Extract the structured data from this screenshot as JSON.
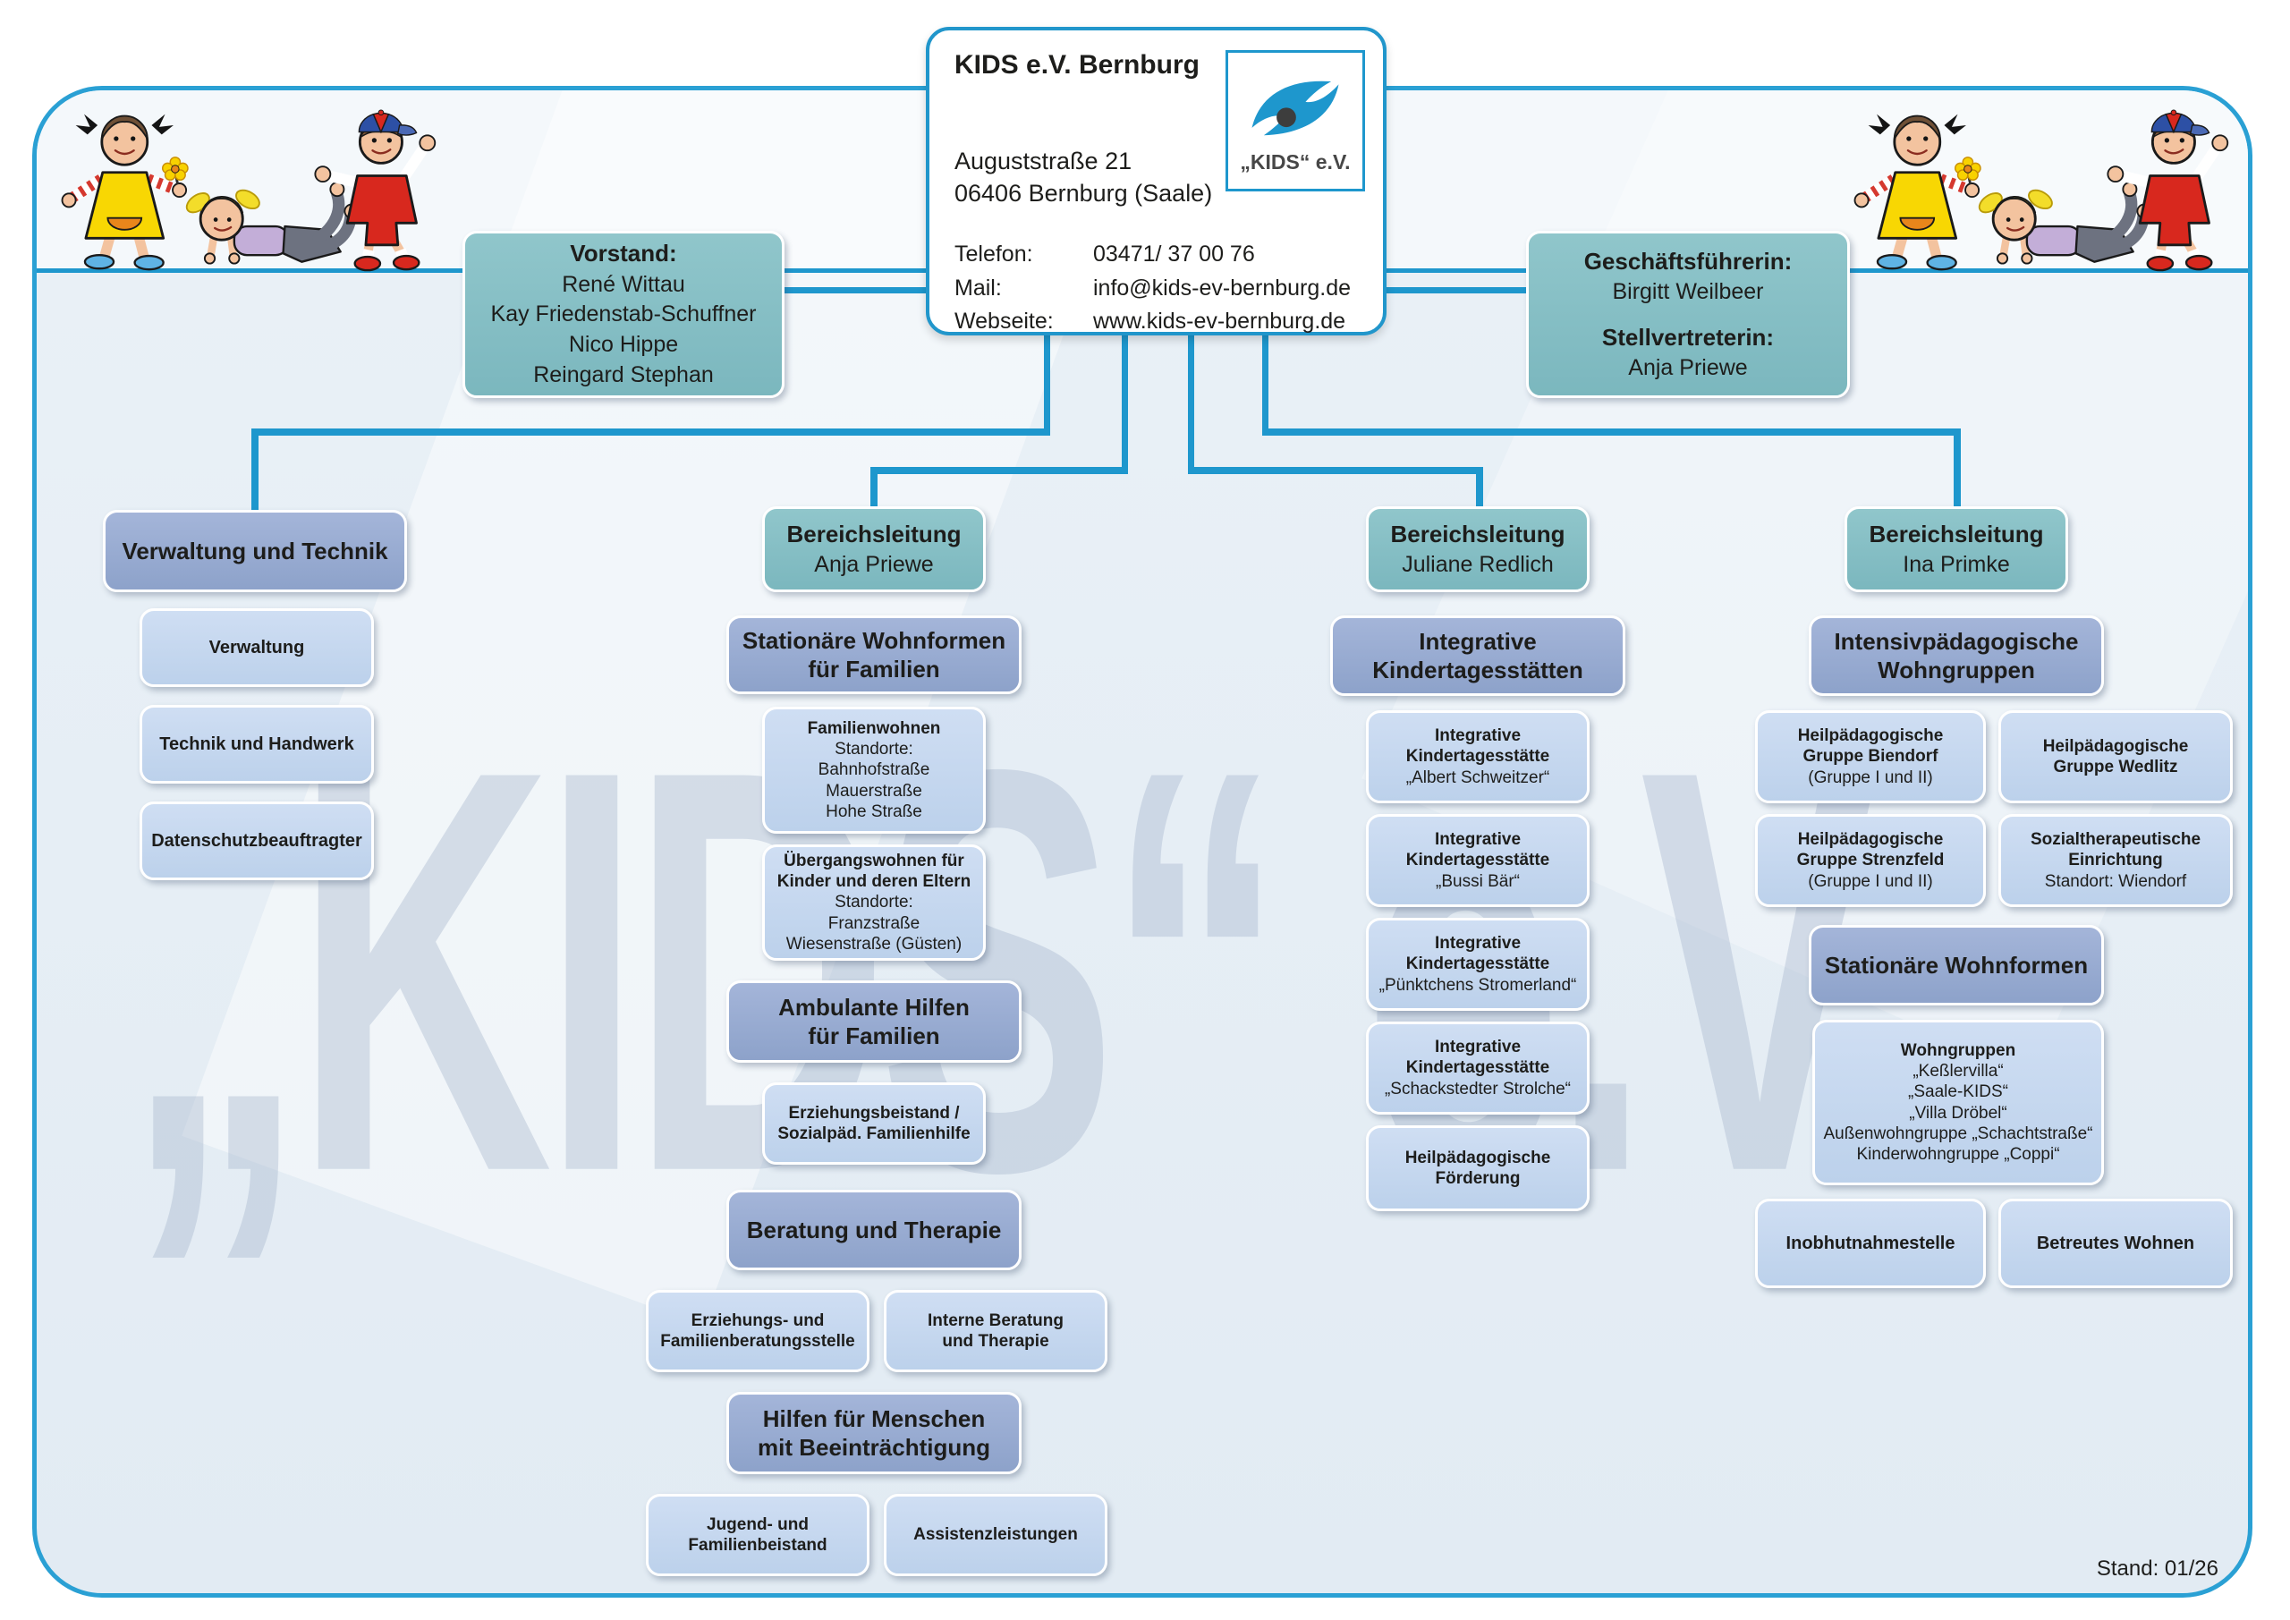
{
  "colors": {
    "accent_blue": "#1e97cd",
    "frame_border": "#2aa0d4",
    "teal_box": "#84bec5",
    "header_box": "#98abd1",
    "item_box": "#c5d8ef"
  },
  "watermark_text": "„KIDS“ e.V.",
  "stand_label": "Stand: 01/26",
  "header_card": {
    "title": "KIDS e.V. Bernburg",
    "address": [
      "Auguststraße 21",
      "06406 Bernburg (Saale)"
    ],
    "contacts": [
      {
        "label": "Telefon:",
        "value": "03471/ 37 00 76"
      },
      {
        "label": "Mail:",
        "value": "info@kids-ev-bernburg.de"
      },
      {
        "label": "Webseite:",
        "value": "www.kids-ev-bernburg.de"
      }
    ],
    "logo_caption": "„KIDS“ e.V."
  },
  "vorstand": {
    "title": "Vorstand:",
    "members": [
      "René Wittau",
      "Kay Friedenstab-Schuffner",
      "Nico Hippe",
      "Reingard Stephan"
    ]
  },
  "management": {
    "role1": "Geschäftsführerin:",
    "name1": "Birgitt Weilbeer",
    "role2": "Stellvertreterin:",
    "name2": "Anja Priewe"
  },
  "col1": {
    "header": "Verwaltung und Technik",
    "items": [
      "Verwaltung",
      "Technik und Handwerk",
      "Datenschutzbeauftragter"
    ]
  },
  "col2": {
    "lead_role": "Bereichsleitung",
    "lead_name": "Anja Priewe",
    "sec1_lines": [
      "Stationäre Wohnformen",
      "für Familien"
    ],
    "fam": {
      "title": "Familienwohnen",
      "lines": [
        "Standorte:",
        "Bahnhofstraße",
        "Mauerstraße",
        "Hohe Straße"
      ]
    },
    "ueber": {
      "title_lines": [
        "Übergangswohnen für",
        "Kinder und deren Eltern"
      ],
      "lines": [
        "Standorte:",
        "Franzstraße",
        "Wiesenstraße (Güsten)"
      ]
    },
    "sec2_lines": [
      "Ambulante Hilfen",
      "für Familien"
    ],
    "erz_lines": [
      "Erziehungsbeistand /",
      "Sozialpäd. Familienhilfe"
    ],
    "sec3_lines": [
      "Beratung und Therapie"
    ],
    "pair1": [
      [
        "Erziehungs- und",
        "Familienberatungsstelle"
      ],
      [
        "Interne Beratung",
        "und Therapie"
      ]
    ],
    "sec4_lines": [
      "Hilfen für Menschen",
      "mit Beeinträchtigung"
    ],
    "pair2": [
      [
        "Jugend- und",
        "Familienbeistand"
      ],
      [
        "Assistenzleistungen"
      ]
    ]
  },
  "col3": {
    "lead_role": "Bereichsleitung",
    "lead_name": "Juliane Redlich",
    "sec1_lines": [
      "Integrative",
      "Kindertagesstätten"
    ],
    "kitas": [
      {
        "line1": "Integrative",
        "line2": "Kindertagesstätte",
        "name": "„Albert Schweitzer“"
      },
      {
        "line1": "Integrative",
        "line2": "Kindertagesstätte",
        "name": "„Bussi Bär“"
      },
      {
        "line1": "Integrative",
        "line2": "Kindertagesstätte",
        "name": "„Pünktchens Stromerland“"
      },
      {
        "line1": "Integrative",
        "line2": "Kindertagesstätte",
        "name": "„Schackstedter Strolche“"
      }
    ],
    "heil_lines": [
      "Heilpädagogische",
      "Förderung"
    ]
  },
  "col4": {
    "lead_role": "Bereichsleitung",
    "lead_name": "Ina Primke",
    "sec1_lines": [
      "Intensivpädagogische",
      "Wohngruppen"
    ],
    "grid": [
      {
        "bold_lines": [
          "Heilpädagogische",
          "Gruppe Biendorf"
        ],
        "sub": "(Gruppe I und II)"
      },
      {
        "bold_lines": [
          "Heilpädagogische",
          "Gruppe Wedlitz"
        ],
        "sub": ""
      },
      {
        "bold_lines": [
          "Heilpädagogische",
          "Gruppe Strenzfeld"
        ],
        "sub": "(Gruppe I und II)"
      },
      {
        "bold_lines": [
          "Sozialtherapeutische",
          "Einrichtung"
        ],
        "sub": "Standort: Wiendorf"
      }
    ],
    "sec2_lines": [
      "Stationäre Wohnformen"
    ],
    "wohngruppen": {
      "title": "Wohngruppen",
      "lines": [
        "„Keßlervilla“",
        "„Saale-KIDS“",
        "„Villa Dröbel“",
        "Außenwohngruppe „Schachtstraße“",
        "Kinderwohngruppe „Coppi“"
      ]
    },
    "bottom": [
      "Inobhutnahmestelle",
      "Betreutes Wohnen"
    ]
  }
}
